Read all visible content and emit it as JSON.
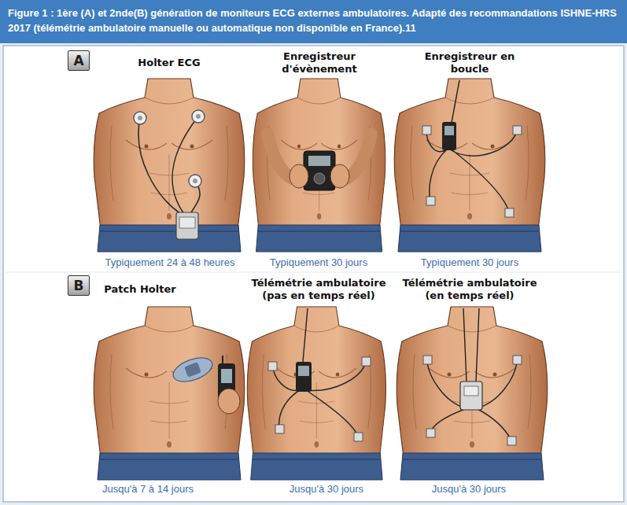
{
  "diagram": {
    "title": "Figure 1 : 1ère (A) et 2nde(B) génération de moniteurs ECG externes ambulatoires. Adapté des recommandations ISHNE-HRS 2017 (télémétrie ambulatoire manuelle ou automatique non disponible en France).11",
    "nodes": [
      {
        "text": [
          "A"
        ]
      },
      {
        "text": [
          "B"
        ]
      }
    ],
    "labels": [
      "Holter ECG",
      "Enregistreur d'évènement",
      "Enregistreur en boucle",
      "Typiquement 24 à 48 heures",
      "Typiquement 30 jours",
      "Typiquement 30 jours",
      "Patch Holter",
      "Télémétrie ambulatoire (pas en temps réel)",
      "Télémétrie ambulatoire (en temps réel)",
      "Jusqu'à 7 à 14 jours",
      "Jusqu'à 30 jours",
      "Jusqu'à 30 jours"
    ]
  }
}
